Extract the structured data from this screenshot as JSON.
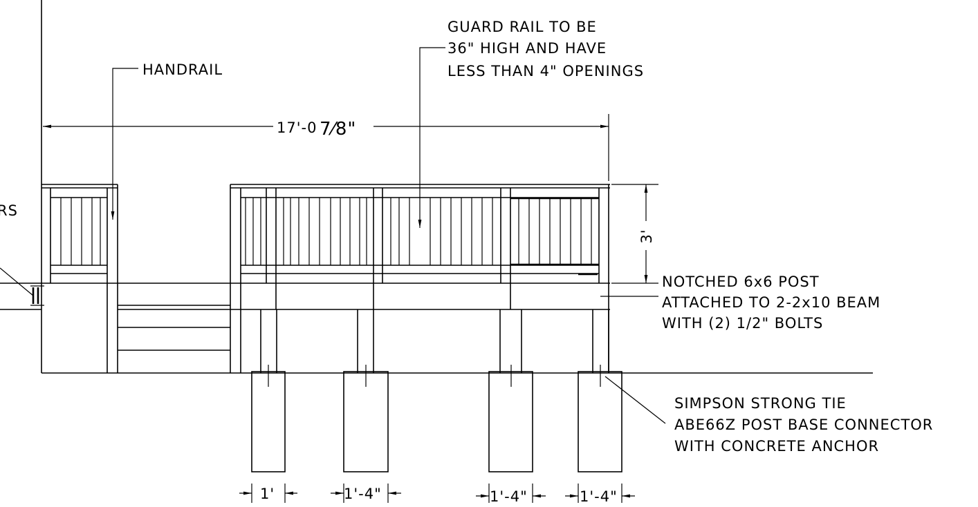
{
  "notes": {
    "handrail": "HANDRAIL",
    "guard_rail": [
      "GUARD RAIL TO BE",
      "36\" HIGH AND HAVE",
      "LESS THAN 4\" OPENINGS"
    ],
    "notched_post": [
      "NOTCHED 6x6 POST",
      "ATTACHED TO 2-2x10 BEAM",
      "WITH (2) 1/2\" BOLTS"
    ],
    "simpson": [
      "SIMPSON STRONG TIE",
      "ABE66Z POST BASE CONNECTOR",
      "WITH CONCRETE ANCHOR"
    ],
    "cut_off_left": "RS"
  },
  "dimensions": {
    "overall_width": "17'-0",
    "overall_width_fraction": "7⁄8\"",
    "rail_height": "3'",
    "footing_1": "1'",
    "footing_2": "1'-4\"",
    "footing_3": "1'-4\"",
    "footing_4": "1'-4\""
  }
}
